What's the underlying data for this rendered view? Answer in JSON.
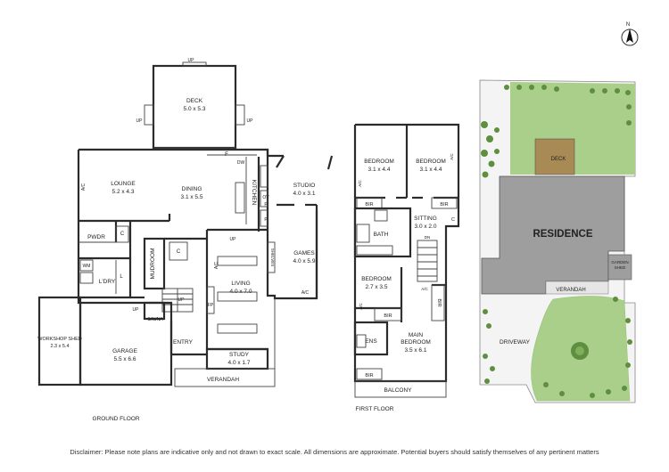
{
  "ground_floor": {
    "title": "GROUND FLOOR",
    "rooms": {
      "deck": {
        "name": "DECK",
        "size": "5.0 x 5.3"
      },
      "lounge": {
        "name": "LOUNGE",
        "size": "5.2 x 4.3"
      },
      "dining": {
        "name": "DINING",
        "size": "3.1 x 5.5"
      },
      "kitchen": {
        "name": "KITCHEN"
      },
      "studio": {
        "name": "STUDIO",
        "size": "4.0 x 3.1"
      },
      "games": {
        "name": "GAMES",
        "size": "4.0 x 5.9"
      },
      "living": {
        "name": "LIVING",
        "size": "4.0 x 7.0"
      },
      "study": {
        "name": "STUDY",
        "size": "4.0 x 1.7"
      },
      "garage": {
        "name": "GARAGE",
        "size": "5.5 x 6.6"
      },
      "workshop": {
        "name": "WORKSHOP SHED",
        "size": "2.3 x 5.4"
      },
      "pwdr": {
        "name": "PWDR"
      },
      "ldry": {
        "name": "L'DRY"
      },
      "mudroom": {
        "name": "MUDROOM"
      },
      "sauna": {
        "name": "SAUNA"
      },
      "entry": {
        "name": "ENTRY"
      },
      "verandah": {
        "name": "VERANDAH"
      }
    },
    "small_labels": {
      "up": "UP",
      "f": "F",
      "dw": "DW",
      "ov": "OV",
      "p": "P",
      "c": "C",
      "l": "L",
      "wm": "WM",
      "ac": "A/C",
      "fp": "FP",
      "shelves": "SHELVES"
    }
  },
  "first_floor": {
    "title": "FIRST FLOOR",
    "rooms": {
      "bedroom1": {
        "name": "BEDROOM",
        "size": "3.1 x 4.4"
      },
      "bedroom2": {
        "name": "BEDROOM",
        "size": "3.1 x 4.4"
      },
      "sitting": {
        "name": "SITTING",
        "size": "3.0 x 2.0"
      },
      "bath": {
        "name": "BATH"
      },
      "bedroom3": {
        "name": "BEDROOM",
        "size": "2.7 x 3.5"
      },
      "main": {
        "name": "MAIN BEDROOM",
        "size": "3.5 x 6.1"
      },
      "ens": {
        "name": "ENS"
      },
      "balcony": {
        "name": "BALCONY"
      }
    },
    "small_labels": {
      "bir": "BIR",
      "c": "C",
      "dn": "DN",
      "ac": "A/C",
      "wir": "WIR"
    }
  },
  "site_plan": {
    "residence": "RESIDENCE",
    "deck": "DECK",
    "garden_shed": "GARDEN SHED",
    "verandah": "VERANDAH",
    "driveway": "DRIVEWAY",
    "north": "N"
  },
  "disclaimer": "Disclaimer: Please note plans are indicative only and not drawn to exact scale. All dimensions are approximate. Potential buyers should satisfy themselves of any pertinent matters",
  "colors": {
    "wall": "#2b2b2b",
    "lawn": "#a9cf8a",
    "lawn_dark": "#8fbf6e",
    "building": "#9e9e9e",
    "deck_roof": "#a88a55",
    "paving": "#e6e6e6",
    "tree": "#5e8f3e"
  }
}
